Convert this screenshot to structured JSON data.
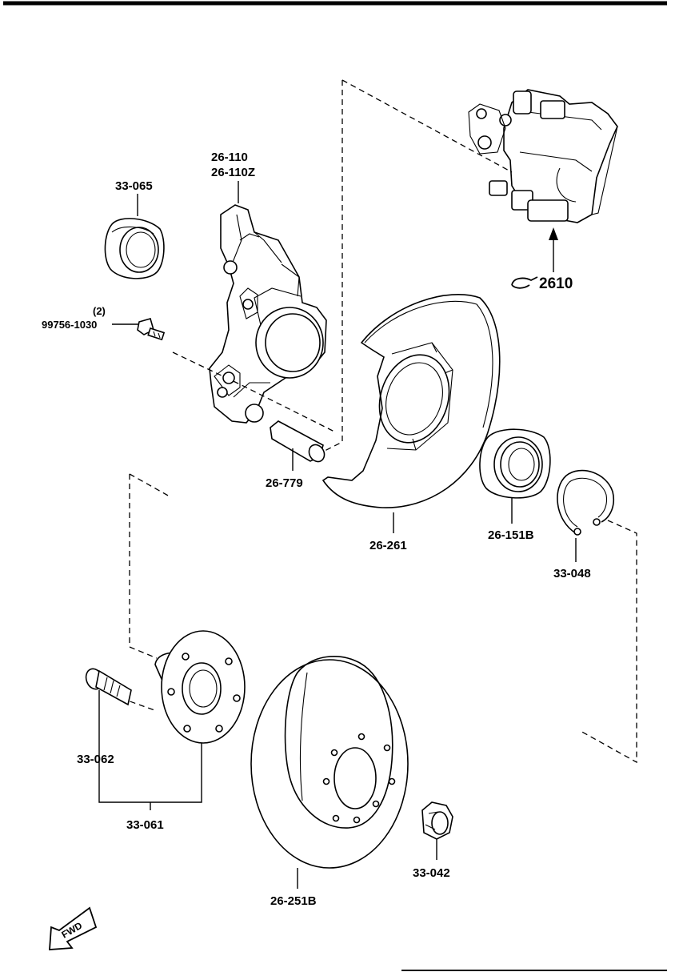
{
  "labels": {
    "seal": "33-065",
    "knuckle_a": "26-110",
    "knuckle_b": "26-110Z",
    "bolt_qty": "(2)",
    "bolt": "99756-1030",
    "caliper_ref": "2610",
    "pin": "26-779",
    "dust_cover": "26-261",
    "bearing": "26-151B",
    "snap_ring": "33-048",
    "hub_bolt": "33-062",
    "hub": "33-061",
    "disc": "26-251B",
    "nut": "33-042",
    "fwd": "FWD"
  },
  "icons": {
    "reference": "see-reference-icon",
    "forward": "fwd-arrow-icon"
  }
}
